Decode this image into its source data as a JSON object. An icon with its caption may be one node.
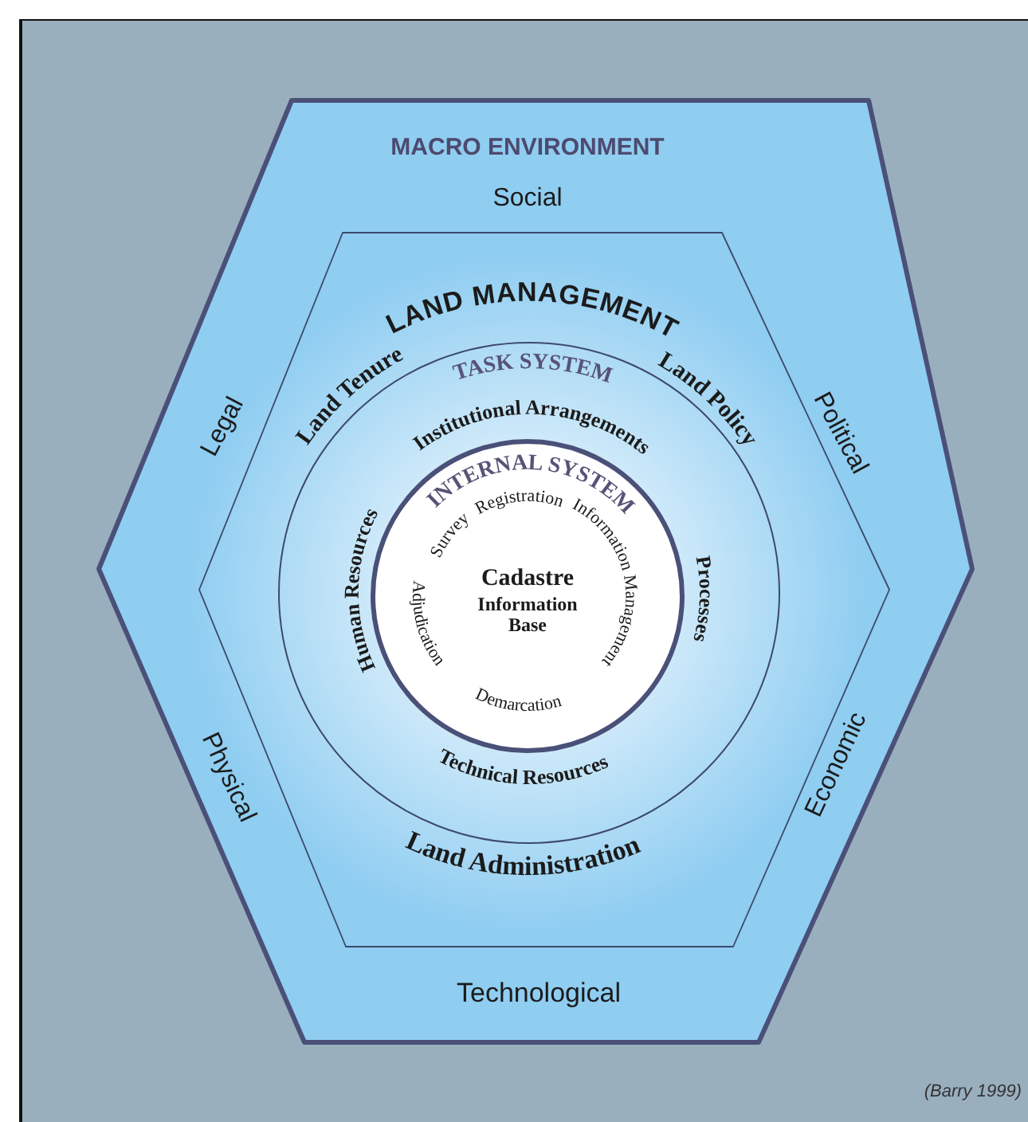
{
  "diagram": {
    "caption": "(Barry 1999)",
    "nodes": [
      {
        "text": [
          "MACRO ENVIRONMENT",
          "Social",
          "Legal",
          "Political",
          "Physical",
          "Economic",
          "Technological"
        ]
      },
      {
        "text": [
          "LAND MANAGEMENT",
          "Land Tenure",
          "Land Policy",
          "Land Administration"
        ],
        "in": 0
      },
      {
        "text": [
          "TASK SYSTEM",
          "Institutional Arrangements",
          "Human Resources",
          "Processes",
          "Technical Resources"
        ],
        "in": 1
      },
      {
        "text": [
          "INTERNAL SYSTEM",
          "Survey",
          "Registration",
          "Information Management",
          "Demarcation",
          "Adjudication",
          "Cadastre",
          "Information Base"
        ],
        "in": 2
      }
    ]
  }
}
